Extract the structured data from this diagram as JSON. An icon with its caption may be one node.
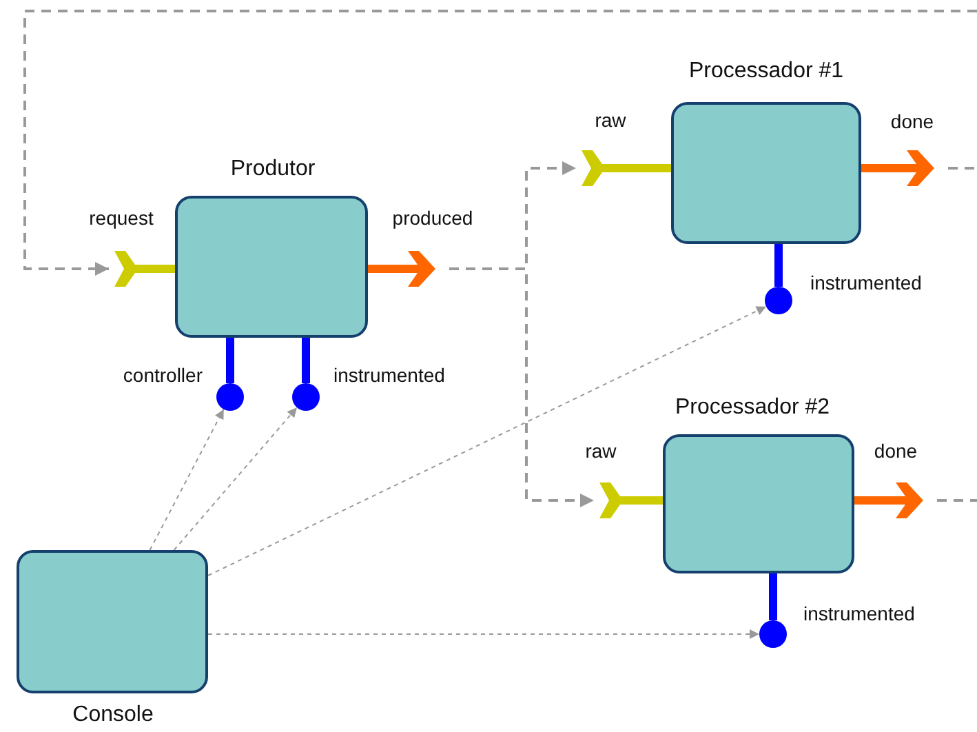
{
  "diagram": {
    "nodes": [
      {
        "text": [
          "Processador #1"
        ]
      },
      {
        "text": [
          "raw"
        ]
      },
      {
        "text": [
          "done"
        ]
      },
      {
        "text": [
          "instrumented"
        ]
      },
      {
        "text": [
          "Produtor"
        ]
      },
      {
        "text": [
          "request"
        ]
      },
      {
        "text": [
          "produced"
        ]
      },
      {
        "text": [
          "controller"
        ]
      },
      {
        "text": [
          "instrumented"
        ]
      },
      {
        "text": [
          "Processador #2"
        ]
      },
      {
        "text": [
          "raw"
        ]
      },
      {
        "text": [
          "done"
        ]
      },
      {
        "text": [
          "instrumented"
        ]
      },
      {
        "text": [
          "Console"
        ]
      }
    ],
    "edges": [
      {
        "from": 4,
        "to": 5,
        "arrow": "none",
        "color": "#cccc00"
      },
      {
        "from": 4,
        "to": 6,
        "arrow": "none",
        "color": "#ff6600"
      },
      {
        "from": 4,
        "to": 7,
        "arrow": "none",
        "color": "#0000ff"
      },
      {
        "from": 4,
        "to": 8,
        "arrow": "none",
        "color": "#0000ff"
      },
      {
        "from": 0,
        "to": 1,
        "arrow": "none",
        "color": "#cccc00"
      },
      {
        "from": 0,
        "to": 2,
        "arrow": "none",
        "color": "#ff6600"
      },
      {
        "from": 0,
        "to": 3,
        "arrow": "none",
        "color": "#0000ff"
      },
      {
        "from": 9,
        "to": 10,
        "arrow": "none",
        "color": "#cccc00"
      },
      {
        "from": 9,
        "to": 11,
        "arrow": "none",
        "color": "#ff6600"
      },
      {
        "from": 9,
        "to": 12,
        "arrow": "none",
        "color": "#0000ff"
      },
      {
        "from": null,
        "to": 5,
        "arrow": "to",
        "style": "dashed"
      },
      {
        "from": 6,
        "to": 1,
        "arrow": "to",
        "style": "dashed"
      },
      {
        "from": 6,
        "to": 10,
        "arrow": "to",
        "style": "dashed"
      },
      {
        "from": 2,
        "to": null,
        "arrow": "none",
        "style": "dashed"
      },
      {
        "from": 11,
        "to": null,
        "arrow": "none",
        "style": "dashed"
      },
      {
        "from": 13,
        "to": 7,
        "arrow": "to",
        "style": "dashed"
      },
      {
        "from": 13,
        "to": 8,
        "arrow": "to",
        "style": "dashed"
      },
      {
        "from": 13,
        "to": 3,
        "arrow": "to",
        "style": "dashed"
      },
      {
        "from": 13,
        "to": 12,
        "arrow": "to",
        "style": "dashed"
      }
    ]
  }
}
